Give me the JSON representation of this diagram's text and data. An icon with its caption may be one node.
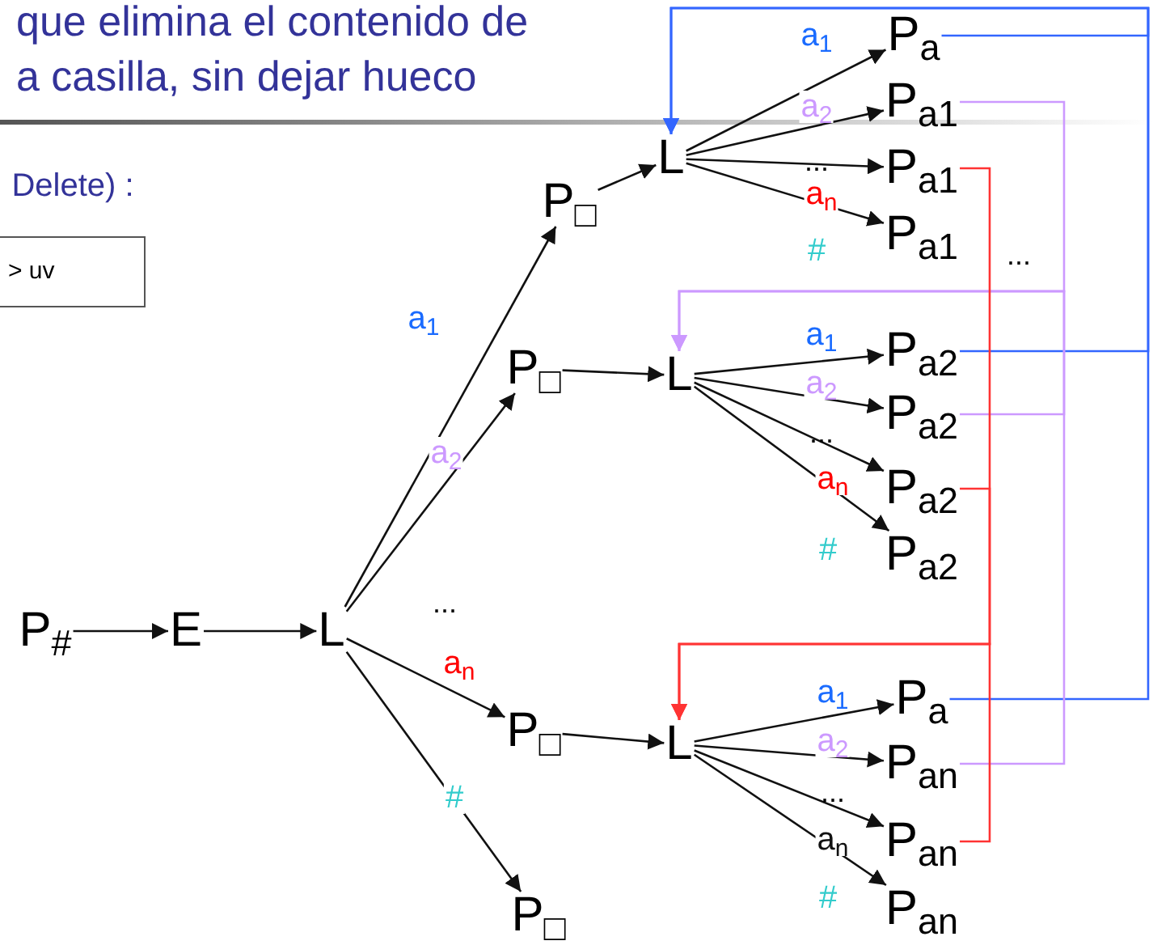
{
  "diagram": {
    "title": "que elimina el contenido de a  casilla, sin dejar hueco",
    "nodes": [
      {
        "text": [
          "P$_{#}$"
        ]
      },
      {
        "text": [
          "E"
        ]
      },
      {
        "text": [
          "L"
        ]
      },
      {
        "text": [
          "P$_{□}$"
        ]
      },
      {
        "text": [
          "P$_{□}$"
        ]
      },
      {
        "text": [
          "P$_{□}$"
        ]
      },
      {
        "text": [
          "P$_{□}$"
        ]
      },
      {
        "text": [
          "L"
        ]
      },
      {
        "text": [
          "P$_{a}$"
        ]
      },
      {
        "text": [
          "P$_{a1}$"
        ]
      },
      {
        "text": [
          "P$_{a1}$"
        ]
      },
      {
        "text": [
          "P$_{a1}$"
        ]
      },
      {
        "text": [
          "L"
        ]
      },
      {
        "text": [
          "P$_{a2}$"
        ]
      },
      {
        "text": [
          "P$_{a2}$"
        ]
      },
      {
        "text": [
          "P$_{a2}$"
        ]
      },
      {
        "text": [
          "P$_{a2}$"
        ]
      },
      {
        "text": [
          "L"
        ]
      },
      {
        "text": [
          "P$_{a}$"
        ]
      },
      {
        "text": [
          "P$_{an}$"
        ]
      },
      {
        "text": [
          "P$_{an}$"
        ]
      },
      {
        "text": [
          "P$_{an}$"
        ]
      },
      {
        "text": [
          "> uv"
        ]
      }
    ],
    "edges": [
      {
        "from": 0,
        "to": 1,
        "arrow": "to"
      },
      {
        "from": 1,
        "to": 2,
        "arrow": "to"
      },
      {
        "from": 2,
        "to": 3,
        "arrow": "to",
        "label": "a$_{1}$"
      },
      {
        "from": 2,
        "to": 4,
        "arrow": "to",
        "label": "a$_{2}$"
      },
      {
        "from": 2,
        "to": 5,
        "arrow": "to",
        "label": "a$_{n}$"
      },
      {
        "from": 2,
        "to": 6,
        "arrow": "to",
        "label": "#"
      },
      {
        "from": 3,
        "to": 7,
        "arrow": "to"
      },
      {
        "from": 4,
        "to": 12,
        "arrow": "to"
      },
      {
        "from": 5,
        "to": 17,
        "arrow": "to"
      },
      {
        "from": 7,
        "to": 8,
        "arrow": "to",
        "label": "a$_{1}$"
      },
      {
        "from": 7,
        "to": 9,
        "arrow": "to",
        "label": "a$_{2}$"
      },
      {
        "from": 7,
        "to": 10,
        "arrow": "to",
        "label": "a$_{n}$"
      },
      {
        "from": 7,
        "to": 11,
        "arrow": "to",
        "label": "#"
      },
      {
        "from": 12,
        "to": 13,
        "arrow": "to",
        "label": "a$_{1}$"
      },
      {
        "from": 12,
        "to": 14,
        "arrow": "to",
        "label": "a$_{2}$"
      },
      {
        "from": 12,
        "to": 15,
        "arrow": "to",
        "label": "a$_{n}$"
      },
      {
        "from": 12,
        "to": 16,
        "arrow": "to",
        "label": "#"
      },
      {
        "from": 17,
        "to": 18,
        "arrow": "to",
        "label": "a$_{1}$"
      },
      {
        "from": 17,
        "to": 19,
        "arrow": "to",
        "label": "a$_{2}$"
      },
      {
        "from": 17,
        "to": 20,
        "arrow": "to",
        "label": "a$_{n}$"
      },
      {
        "from": 17,
        "to": 21,
        "arrow": "to",
        "label": "#"
      },
      {
        "from": 8,
        "to": 7,
        "arrow": "to",
        "color": "#3366ff"
      },
      {
        "from": 13,
        "to": 7,
        "arrow": "to",
        "color": "#3366ff"
      },
      {
        "from": 18,
        "to": 7,
        "arrow": "to",
        "color": "#3366ff"
      },
      {
        "from": 9,
        "to": 12,
        "arrow": "to",
        "color": "#cc99ff"
      },
      {
        "from": 14,
        "to": 12,
        "arrow": "to",
        "color": "#cc99ff"
      },
      {
        "from": 19,
        "to": 12,
        "arrow": "to",
        "color": "#cc99ff"
      },
      {
        "from": 10,
        "to": 17,
        "arrow": "to",
        "color": "#ff3333"
      },
      {
        "from": 15,
        "to": 17,
        "arrow": "to",
        "color": "#ff3333"
      },
      {
        "from": 20,
        "to": 17,
        "arrow": "to",
        "color": "#ff3333"
      }
    ],
    "labels": [
      "Delete) :",
      "...",
      "...",
      "...",
      "...",
      "..."
    ]
  }
}
